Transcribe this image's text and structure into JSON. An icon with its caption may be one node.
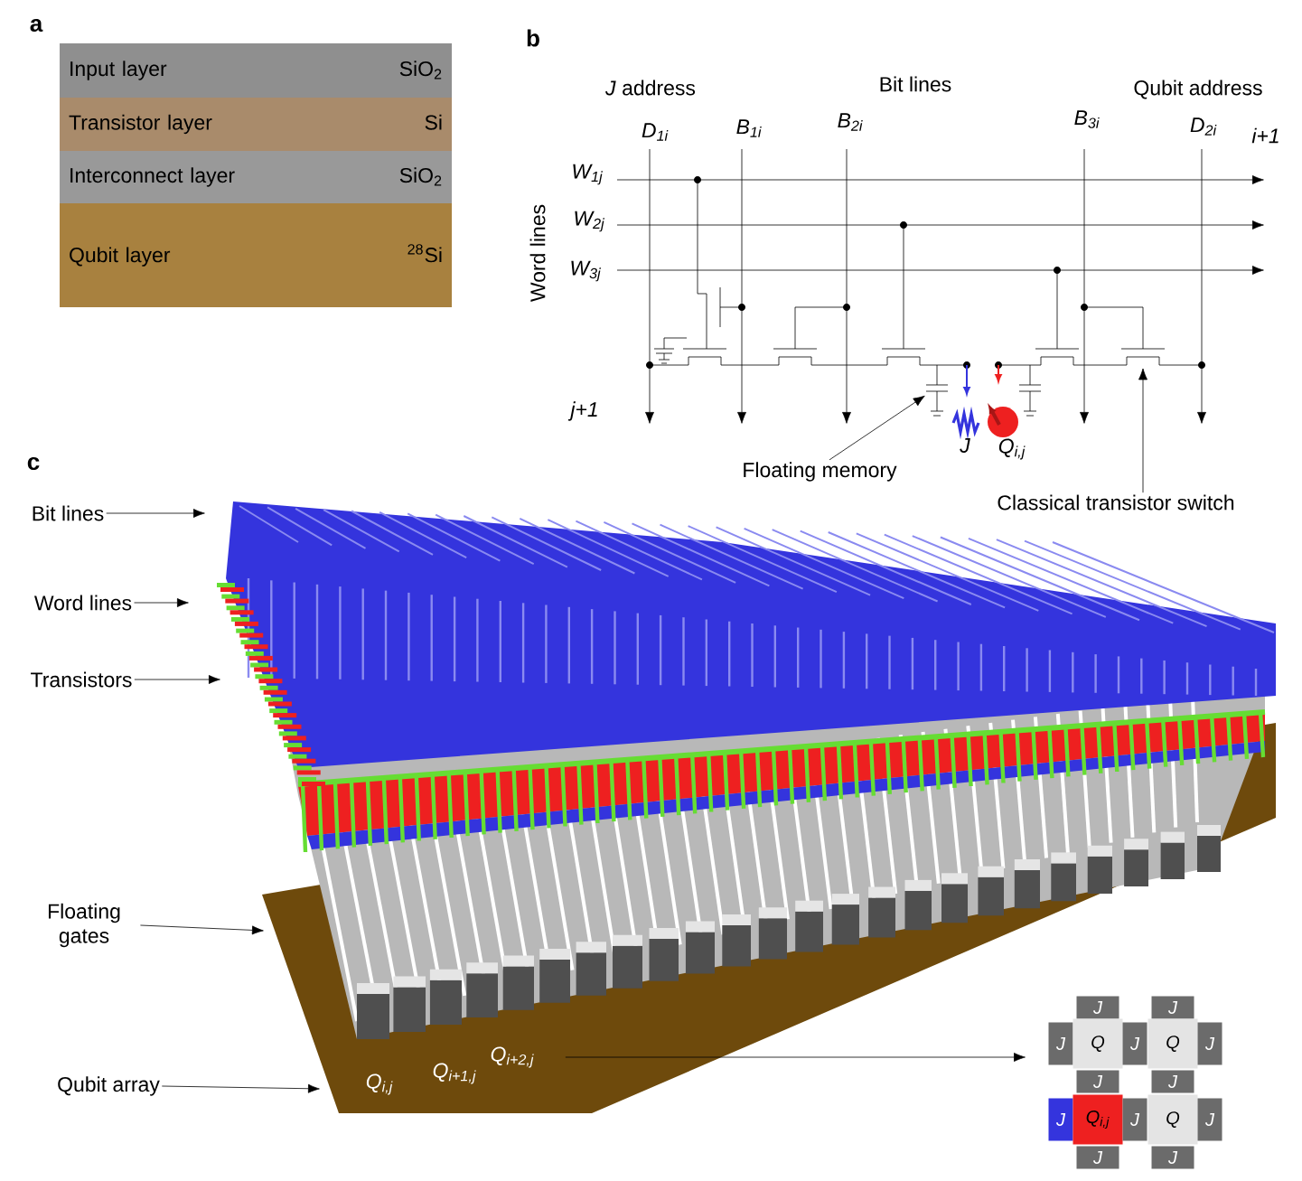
{
  "diagram": {
    "nodes": [
      {
        "text": [
          "Input layer",
          "SiO$_{2}$"
        ]
      },
      {
        "text": [
          "Transistor layer",
          "Si"
        ]
      },
      {
        "text": [
          "Interconnect layer",
          "SiO$_{2}$"
        ]
      },
      {
        "text": [
          "Qubit layer",
          "$^{28}$Si"
        ]
      },
      {
        "text": [
          "Floating memory"
        ]
      },
      {
        "text": [
          "Classical transistor switch"
        ]
      },
      {
        "text": [
          "Bit lines"
        ]
      },
      {
        "text": [
          "Word lines"
        ]
      },
      {
        "text": [
          "Transistors"
        ]
      },
      {
        "text": [
          "Floating gates"
        ]
      },
      {
        "text": [
          "Qubit array"
        ]
      },
      {
        "text": [
          "Q$_{i+2,j}$"
        ]
      },
      {
        "text": [
          "J"
        ]
      },
      {
        "text": [
          "J"
        ]
      },
      {
        "text": [
          "J"
        ]
      },
      {
        "text": [
          "Q"
        ]
      },
      {
        "text": [
          "J"
        ]
      },
      {
        "text": [
          "Q"
        ]
      },
      {
        "text": [
          "J"
        ]
      },
      {
        "text": [
          "J"
        ]
      },
      {
        "text": [
          "J"
        ]
      },
      {
        "text": [
          "J"
        ]
      },
      {
        "text": [
          "Q$_{i,j}$"
        ]
      },
      {
        "text": [
          "J"
        ]
      },
      {
        "text": [
          "Q"
        ]
      },
      {
        "text": [
          "J"
        ]
      },
      {
        "text": [
          "J"
        ]
      },
      {
        "text": [
          "J"
        ]
      },
      {
        "text": [],
        "shape": "capacitor"
      },
      {
        "text": [],
        "shape": "transistor"
      }
    ],
    "edges": [
      {
        "from": 4,
        "to": 28,
        "arrow": "to"
      },
      {
        "from": 5,
        "to": 29,
        "arrow": "to"
      },
      {
        "from": 6,
        "to": null,
        "arrow": "to"
      },
      {
        "from": 7,
        "to": null,
        "arrow": "to"
      },
      {
        "from": 8,
        "to": null,
        "arrow": "to"
      },
      {
        "from": 9,
        "to": null,
        "arrow": "to"
      },
      {
        "from": 10,
        "to": null,
        "arrow": "to"
      },
      {
        "from": 11,
        "to": 14,
        "arrow": "to"
      }
    ],
    "labels": [
      "a",
      "b",
      "*J* address",
      "Bit lines",
      "Qubit address",
      "D$_{1i}$",
      "B$_{1i}$",
      "B$_{2i}$",
      "B$_{3i}$",
      "D$_{2i}$",
      "i+1",
      "W$_{1j}$",
      "W$_{2j}$",
      "Word lines",
      "W$_{3j}$",
      "j+1",
      "J",
      "Q$_{i,j}$",
      "c",
      "Q$_{i,j}$",
      "Q$_{i+1,j}$"
    ]
  }
}
